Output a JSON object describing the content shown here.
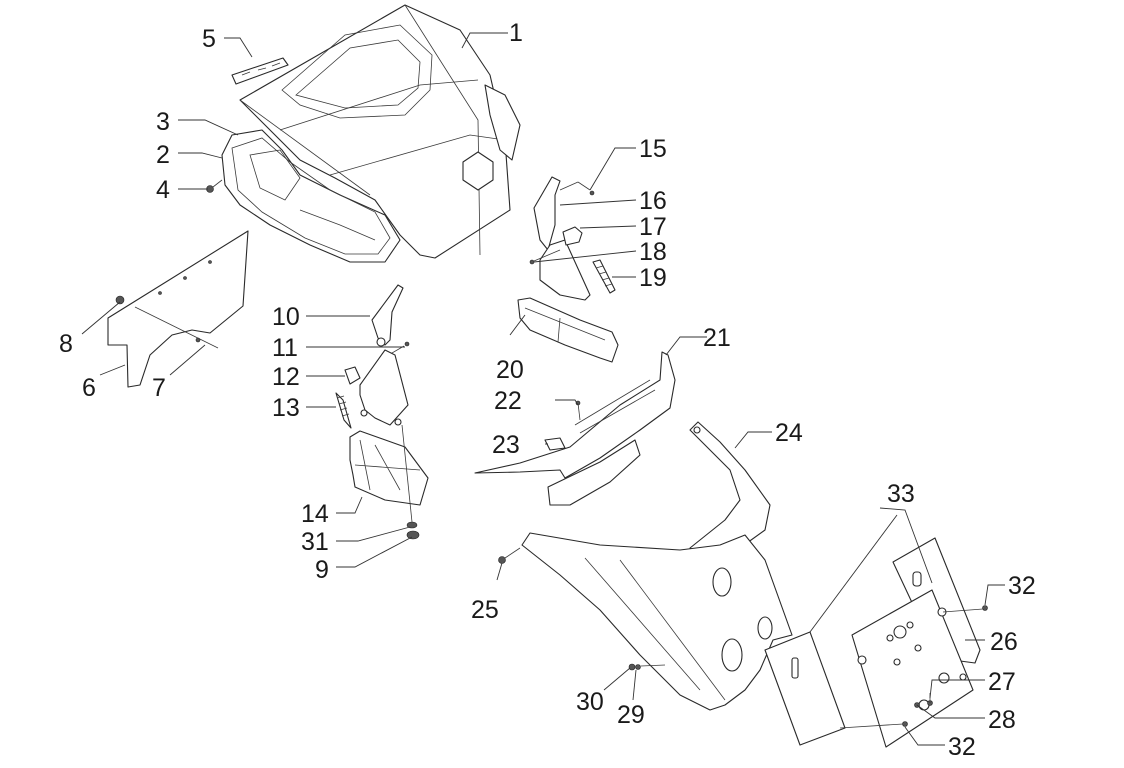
{
  "diagram": {
    "title": "Exploded view - front shield, hinges, rear mudguard and license plate holder",
    "callouts": [
      {
        "id": "c1",
        "label": "1"
      },
      {
        "id": "c2",
        "label": "2"
      },
      {
        "id": "c3",
        "label": "3"
      },
      {
        "id": "c4",
        "label": "4"
      },
      {
        "id": "c5",
        "label": "5"
      },
      {
        "id": "c6",
        "label": "6"
      },
      {
        "id": "c7",
        "label": "7"
      },
      {
        "id": "c8",
        "label": "8"
      },
      {
        "id": "c9",
        "label": "9"
      },
      {
        "id": "c10",
        "label": "10"
      },
      {
        "id": "c11",
        "label": "11"
      },
      {
        "id": "c12",
        "label": "12"
      },
      {
        "id": "c13",
        "label": "13"
      },
      {
        "id": "c14",
        "label": "14"
      },
      {
        "id": "c15",
        "label": "15"
      },
      {
        "id": "c16",
        "label": "16"
      },
      {
        "id": "c17",
        "label": "17"
      },
      {
        "id": "c18",
        "label": "18"
      },
      {
        "id": "c19",
        "label": "19"
      },
      {
        "id": "c20",
        "label": "20"
      },
      {
        "id": "c21",
        "label": "21"
      },
      {
        "id": "c22",
        "label": "22"
      },
      {
        "id": "c23",
        "label": "23"
      },
      {
        "id": "c24",
        "label": "24"
      },
      {
        "id": "c25",
        "label": "25"
      },
      {
        "id": "c26",
        "label": "26"
      },
      {
        "id": "c27",
        "label": "27"
      },
      {
        "id": "c28",
        "label": "28"
      },
      {
        "id": "c29",
        "label": "29"
      },
      {
        "id": "c30",
        "label": "30"
      },
      {
        "id": "c31",
        "label": "31"
      },
      {
        "id": "c32a",
        "label": "32"
      },
      {
        "id": "c32b",
        "label": "32"
      },
      {
        "id": "c33",
        "label": "33"
      }
    ]
  }
}
